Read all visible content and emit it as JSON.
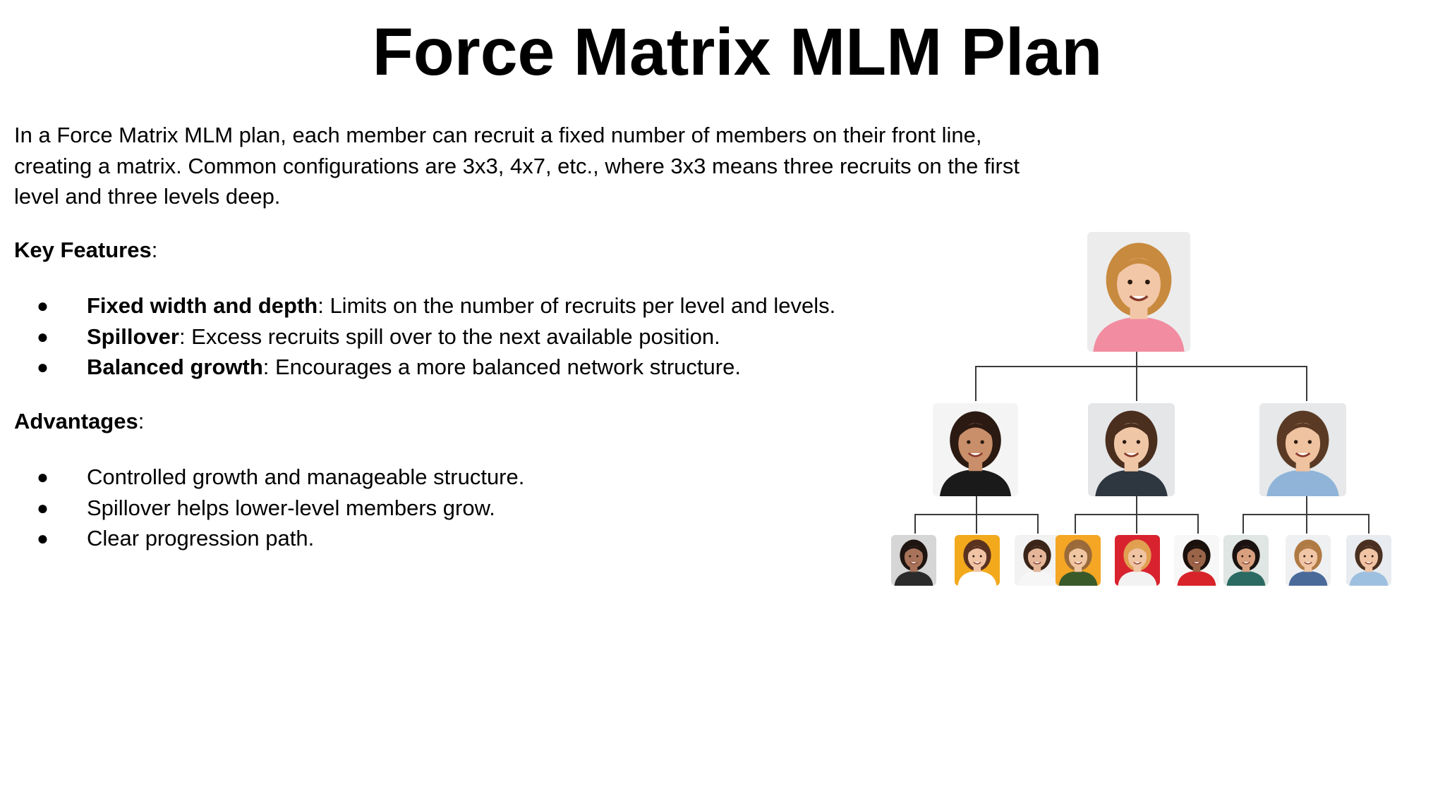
{
  "title": "Force Matrix MLM Plan",
  "intro": "In a Force Matrix MLM plan, each member can recruit a fixed number of members on their front line, creating a matrix. Common configurations are 3x3, 4x7, etc., where 3x3 means three recruits on the first level and three levels deep.",
  "key_features": {
    "heading": "Key Features",
    "colon": ":",
    "items": [
      {
        "term": "Fixed width and depth",
        "text": ": Limits on the number of recruits per level and levels."
      },
      {
        "term": "Spillover",
        "text": ": Excess recruits spill over to the next available position."
      },
      {
        "term": "Balanced growth",
        "text": ": Encourages a more balanced network structure."
      }
    ]
  },
  "advantages": {
    "heading": "Advantages",
    "colon": ":",
    "items": [
      "Controlled growth and manageable structure.",
      "Spillover helps lower-level members grow.",
      "Clear progression path."
    ]
  },
  "bullet_glyph": "●",
  "org_chart": {
    "line_color": "#3a3a3a",
    "top": {
      "name": "avatar-top-woman-yellow-glasses",
      "bg": "#ececec",
      "skin": "#f2c7a8",
      "hair": "#c88a3e",
      "shirt": "#f28ca0"
    },
    "level2": [
      {
        "name": "avatar-l2-woman-glasses",
        "bg": "#f4f4f4",
        "skin": "#c98e6a",
        "hair": "#2b1a12",
        "shirt": "#1a1a1a"
      },
      {
        "name": "avatar-l2-man-dark-shirt",
        "bg": "#e4e6e8",
        "skin": "#f0c7a6",
        "hair": "#4a2e1e",
        "shirt": "#2e3640"
      },
      {
        "name": "avatar-l2-man-blue-shirt",
        "bg": "#e6e8ea",
        "skin": "#efc2a0",
        "hair": "#5a3a24",
        "shirt": "#8fb4d8"
      }
    ],
    "level3": [
      {
        "name": "avatar-l3-1",
        "bg": "#d6d6d6",
        "skin": "#a8735a",
        "hair": "#1e1410",
        "shirt": "#2b2b2b"
      },
      {
        "name": "avatar-l3-2",
        "bg": "#f2a91c",
        "skin": "#f0c4a4",
        "hair": "#5a3220",
        "shirt": "#ffffff"
      },
      {
        "name": "avatar-l3-3",
        "bg": "#f2f2f2",
        "skin": "#e4b598",
        "hair": "#3a2518",
        "shirt": "#f6f6f6"
      },
      {
        "name": "avatar-l3-4",
        "bg": "#f4a624",
        "skin": "#f0c6a2",
        "hair": "#9a6a3a",
        "shirt": "#3a5a2a"
      },
      {
        "name": "avatar-l3-5",
        "bg": "#d8232f",
        "skin": "#f0c4a2",
        "hair": "#e0a050",
        "shirt": "#f2f2f2"
      },
      {
        "name": "avatar-l3-6",
        "bg": "#f7f7f7",
        "skin": "#9a6448",
        "hair": "#1a100c",
        "shirt": "#d8232a"
      },
      {
        "name": "avatar-l3-7",
        "bg": "#dfe6e4",
        "skin": "#d8a07e",
        "hair": "#1a1210",
        "shirt": "#2a6a62"
      },
      {
        "name": "avatar-l3-8",
        "bg": "#eef0f2",
        "skin": "#f0c6a6",
        "hair": "#b07a44",
        "shirt": "#4a6a9a"
      },
      {
        "name": "avatar-l3-9",
        "bg": "#e8ecf0",
        "skin": "#f0c4a4",
        "hair": "#4a3020",
        "shirt": "#9ec0e0"
      }
    ]
  }
}
